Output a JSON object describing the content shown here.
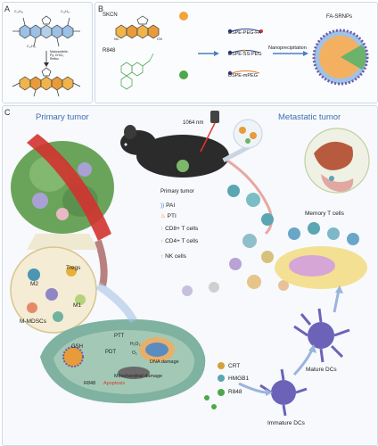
{
  "panels": {
    "a": {
      "letter": "A"
    },
    "b": {
      "letter": "B"
    },
    "c": {
      "letter": "C"
    }
  },
  "panel_a": {
    "reaction_reagents": [
      "Malononitrile,",
      "Py, CHCl₃",
      "Reflux"
    ],
    "substituents": {
      "top": "C₁₀H₂₁",
      "top2": "C₁₂H₂₅",
      "side": "C₁₂H₂₅"
    }
  },
  "panel_b": {
    "skcn_label": "SKCN",
    "r848_label": "R848",
    "dspe_peg_fa": "DSPE-PEG-FA",
    "dspe_ss_peg": "DSPE-SS-PEG",
    "dspe_mpeg": "DSPE-mPEG",
    "process_label": "Nanoprecipitation",
    "product_label": "FA-SRNPs",
    "cn_labels": [
      "NC",
      "CN"
    ]
  },
  "panel_c": {
    "primary_tumor_title": "Primary tumor",
    "metastatic_tumor_title": "Metastatic tumor",
    "laser_label": "1064 nm",
    "mouse_primary_label": "Primary tumor",
    "immune_effects": [
      {
        "label": "PAI",
        "icon": "signal-icon"
      },
      {
        "label": "PTI",
        "icon": "flame-icon"
      },
      {
        "label": "CD8+ T cells",
        "icon": "up-arrow-icon"
      },
      {
        "label": "CD4+ T cells",
        "icon": "up-arrow-icon"
      },
      {
        "label": "NK cells",
        "icon": "up-arrow-icon"
      }
    ],
    "memory_t_cells": "Memory T cells",
    "micro_labels": {
      "tregs": "Tregs",
      "m2": "M2",
      "m1": "M1",
      "mdscs": "M-MDSCs"
    },
    "cell_labels": {
      "ptt": "PTT",
      "pdt": "PDT",
      "gsh": "GSH",
      "h2o2": "H₂O₂",
      "o2": "O₂",
      "dna_damage": "DNA damage",
      "mito_damage": "Mitochondrial damage",
      "r848": "R848",
      "apoptosis": "Apoptosis"
    },
    "release_labels": {
      "crt": "CRT",
      "hmgb1": "HMGB1",
      "r848": "R848"
    },
    "dc_labels": {
      "mature": "Mature  DCs",
      "immature": "Immature DCs"
    }
  },
  "colors": {
    "title_blue": "#3f6fb0",
    "tumor_green": "#5e9a4f",
    "vessel_red": "#d2332f",
    "tcell_teal": "#5aa6b2",
    "dc_purple": "#6c63b8",
    "arrow_orange": "#e87c26",
    "apoptosis_red": "#d43a2a"
  }
}
